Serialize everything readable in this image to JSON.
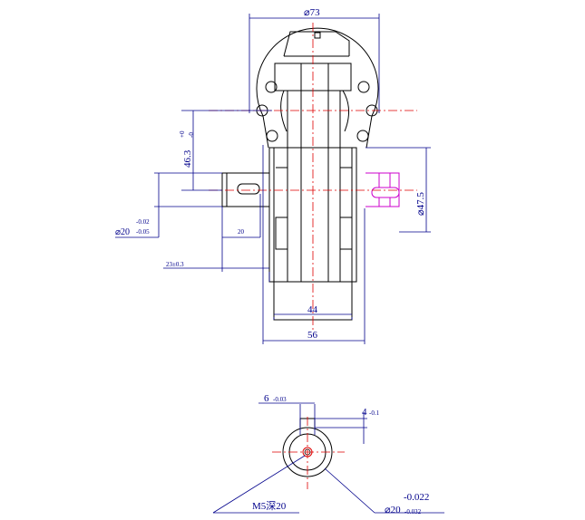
{
  "dimensions": {
    "flange_dia": "⌀73",
    "height_main": "46.3",
    "height_tol_upper": "+0",
    "height_tol_lower": "-0",
    "shaft_dia": "⌀20",
    "shaft_tol_upper": "-0.02",
    "shaft_tol_lower": "-0.05",
    "key_len": "20",
    "shaft_len": "23±0.3",
    "body_inner": "44",
    "body_outer": "56",
    "bore_dia": "⌀47.5",
    "key_width": "6",
    "key_width_tol": "-0.03",
    "key_depth": "4",
    "key_depth_tol": "-0.1",
    "thread": "M5深20",
    "end_dia": "⌀20",
    "end_tol_upper": "-0.022",
    "end_tol_lower": "-0.032"
  },
  "colors": {
    "outline": "#000000",
    "dimension": "#00008b",
    "centerline": "#e00000",
    "hidden_part": "#cc00cc"
  }
}
